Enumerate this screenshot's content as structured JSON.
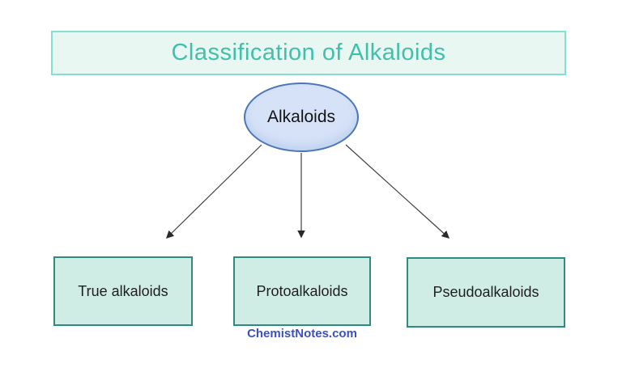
{
  "diagram": {
    "title": "Classification of Alkaloids",
    "root_node": {
      "label": "Alkaloids",
      "shape": "ellipse"
    },
    "leaf_nodes": [
      {
        "label": "True alkaloids"
      },
      {
        "label": "Protoalkaloids"
      },
      {
        "label": "Pseudoalkaloids"
      }
    ],
    "connections": [
      {
        "from": "Alkaloids",
        "to": "True alkaloids",
        "style": "arrow"
      },
      {
        "from": "Alkaloids",
        "to": "Protoalkaloids",
        "style": "arrow"
      },
      {
        "from": "Alkaloids",
        "to": "Pseudoalkaloids",
        "style": "arrow"
      }
    ],
    "watermark": "ChemistNotes.com",
    "colors": {
      "title_text": "#42bfab",
      "title_fill": "#e8f7f2",
      "title_border": "#82dfd2",
      "root_fill": "#d6e2f7",
      "root_border": "#4a75b8",
      "leaf_fill": "#cfece5",
      "leaf_border": "#2f8a80",
      "arrow": "#3f3f3f",
      "watermark": "#3d50c3",
      "background": "#ffffff"
    }
  }
}
